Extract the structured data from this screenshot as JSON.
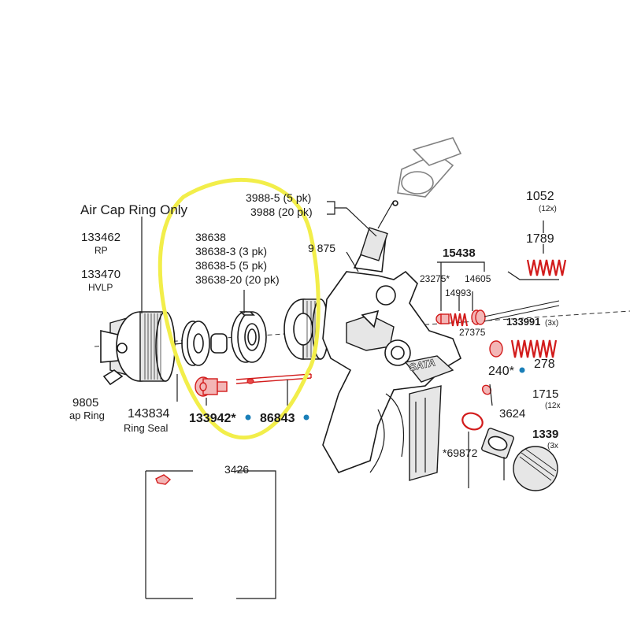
{
  "colors": {
    "highlight": "#f2ee4a",
    "replacement_part": "#d21b1b",
    "dot_marker": "#1a7fb8",
    "ink": "#1a1a1a"
  },
  "labels": {
    "air_cap_ring_only": "Air Cap Ring Only",
    "p133462": "133462",
    "rp": "RP",
    "p133470": "133470",
    "hvlp": "HVLP",
    "p9805": "9805",
    "ap_ring": "ap Ring",
    "p143834": "143834",
    "ring_seal": "Ring Seal",
    "p133942": "133942*",
    "p86843": "86843",
    "p38638": "38638",
    "p38638_3": "38638-3 (3 pk)",
    "p38638_5": "38638-5 (5 pk)",
    "p38638_20": "38638-20 (20 pk)",
    "p3988_5": "3988-5 (5 pk)",
    "p3988": "3988 (20 pk)",
    "p9875": "9 875",
    "p15438": "15438",
    "p23275": "23275*",
    "p14605": "14605",
    "p14993": "14993",
    "p27375": "27375",
    "p133991": "133991",
    "p133991_qty": "(3x)",
    "p240": "240*",
    "p278": "278",
    "p3624": "3624",
    "p69872": "*69872",
    "p1052": "1052",
    "p1052_qty": "(12x)",
    "p1789": "1789",
    "p1715": "1715",
    "p1715_qty": "(12x",
    "p1339": "1339",
    "p1339_qty": "(3x",
    "p3426": "3426",
    "gun_brand": "SATA"
  }
}
